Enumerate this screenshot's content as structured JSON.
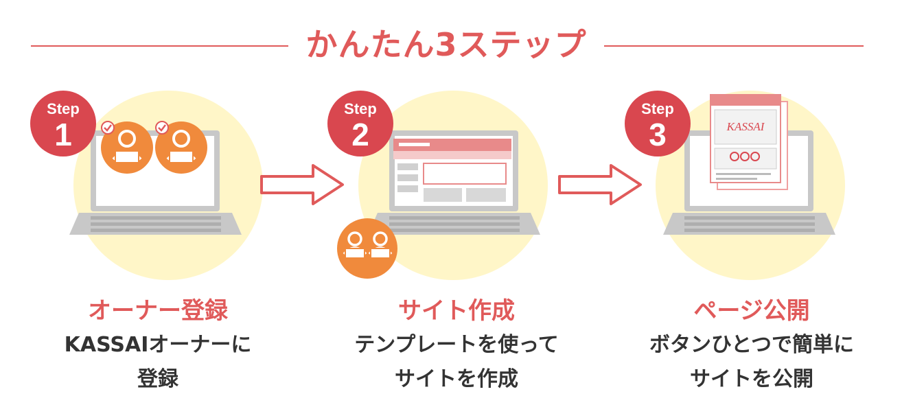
{
  "header": {
    "title": "かんたん3ステップ"
  },
  "colors": {
    "accent": "#e05a5a",
    "badge": "#d9474f",
    "orange": "#f08a3c",
    "circle_bg": "#fff6c8",
    "laptop": "#c8c8c8",
    "text": "#333333"
  },
  "steps": [
    {
      "badge_word": "Step",
      "badge_number": "1",
      "title": "オーナー登録",
      "desc_line1": "KASSAIオーナーに",
      "desc_line2": "登録",
      "icons": [
        "laptop-icon",
        "user-at-laptop-icon",
        "check-icon"
      ]
    },
    {
      "badge_word": "Step",
      "badge_number": "2",
      "title": "サイト作成",
      "desc_line1": "テンプレートを使って",
      "desc_line2": "サイトを作成",
      "icons": [
        "laptop-icon",
        "template-layout-icon",
        "users-icon"
      ]
    },
    {
      "badge_word": "Step",
      "badge_number": "3",
      "title": "ページ公開",
      "desc_line1": "ボタンひとつで簡単に",
      "desc_line2": "サイトを公開",
      "logo_text": "KASSAI",
      "icons": [
        "laptop-icon",
        "published-page-icon"
      ]
    }
  ]
}
